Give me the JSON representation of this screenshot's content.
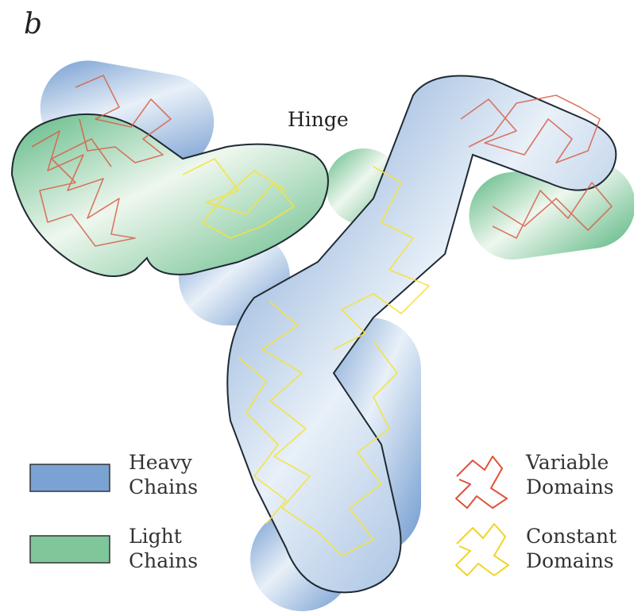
{
  "panel_label": "b",
  "hinge_label": "Hinge",
  "legend": {
    "heavy": {
      "line1": "Heavy",
      "line2": "Chains",
      "color": "#7aa3d4"
    },
    "light": {
      "line1": "Light",
      "line2": "Chains",
      "color": "#7fc79a"
    },
    "variable": {
      "line1": "Variable",
      "line2": "Domains",
      "color": "#e0523a"
    },
    "constant": {
      "line1": "Constant",
      "line2": "Domains",
      "color": "#f2d426"
    }
  }
}
